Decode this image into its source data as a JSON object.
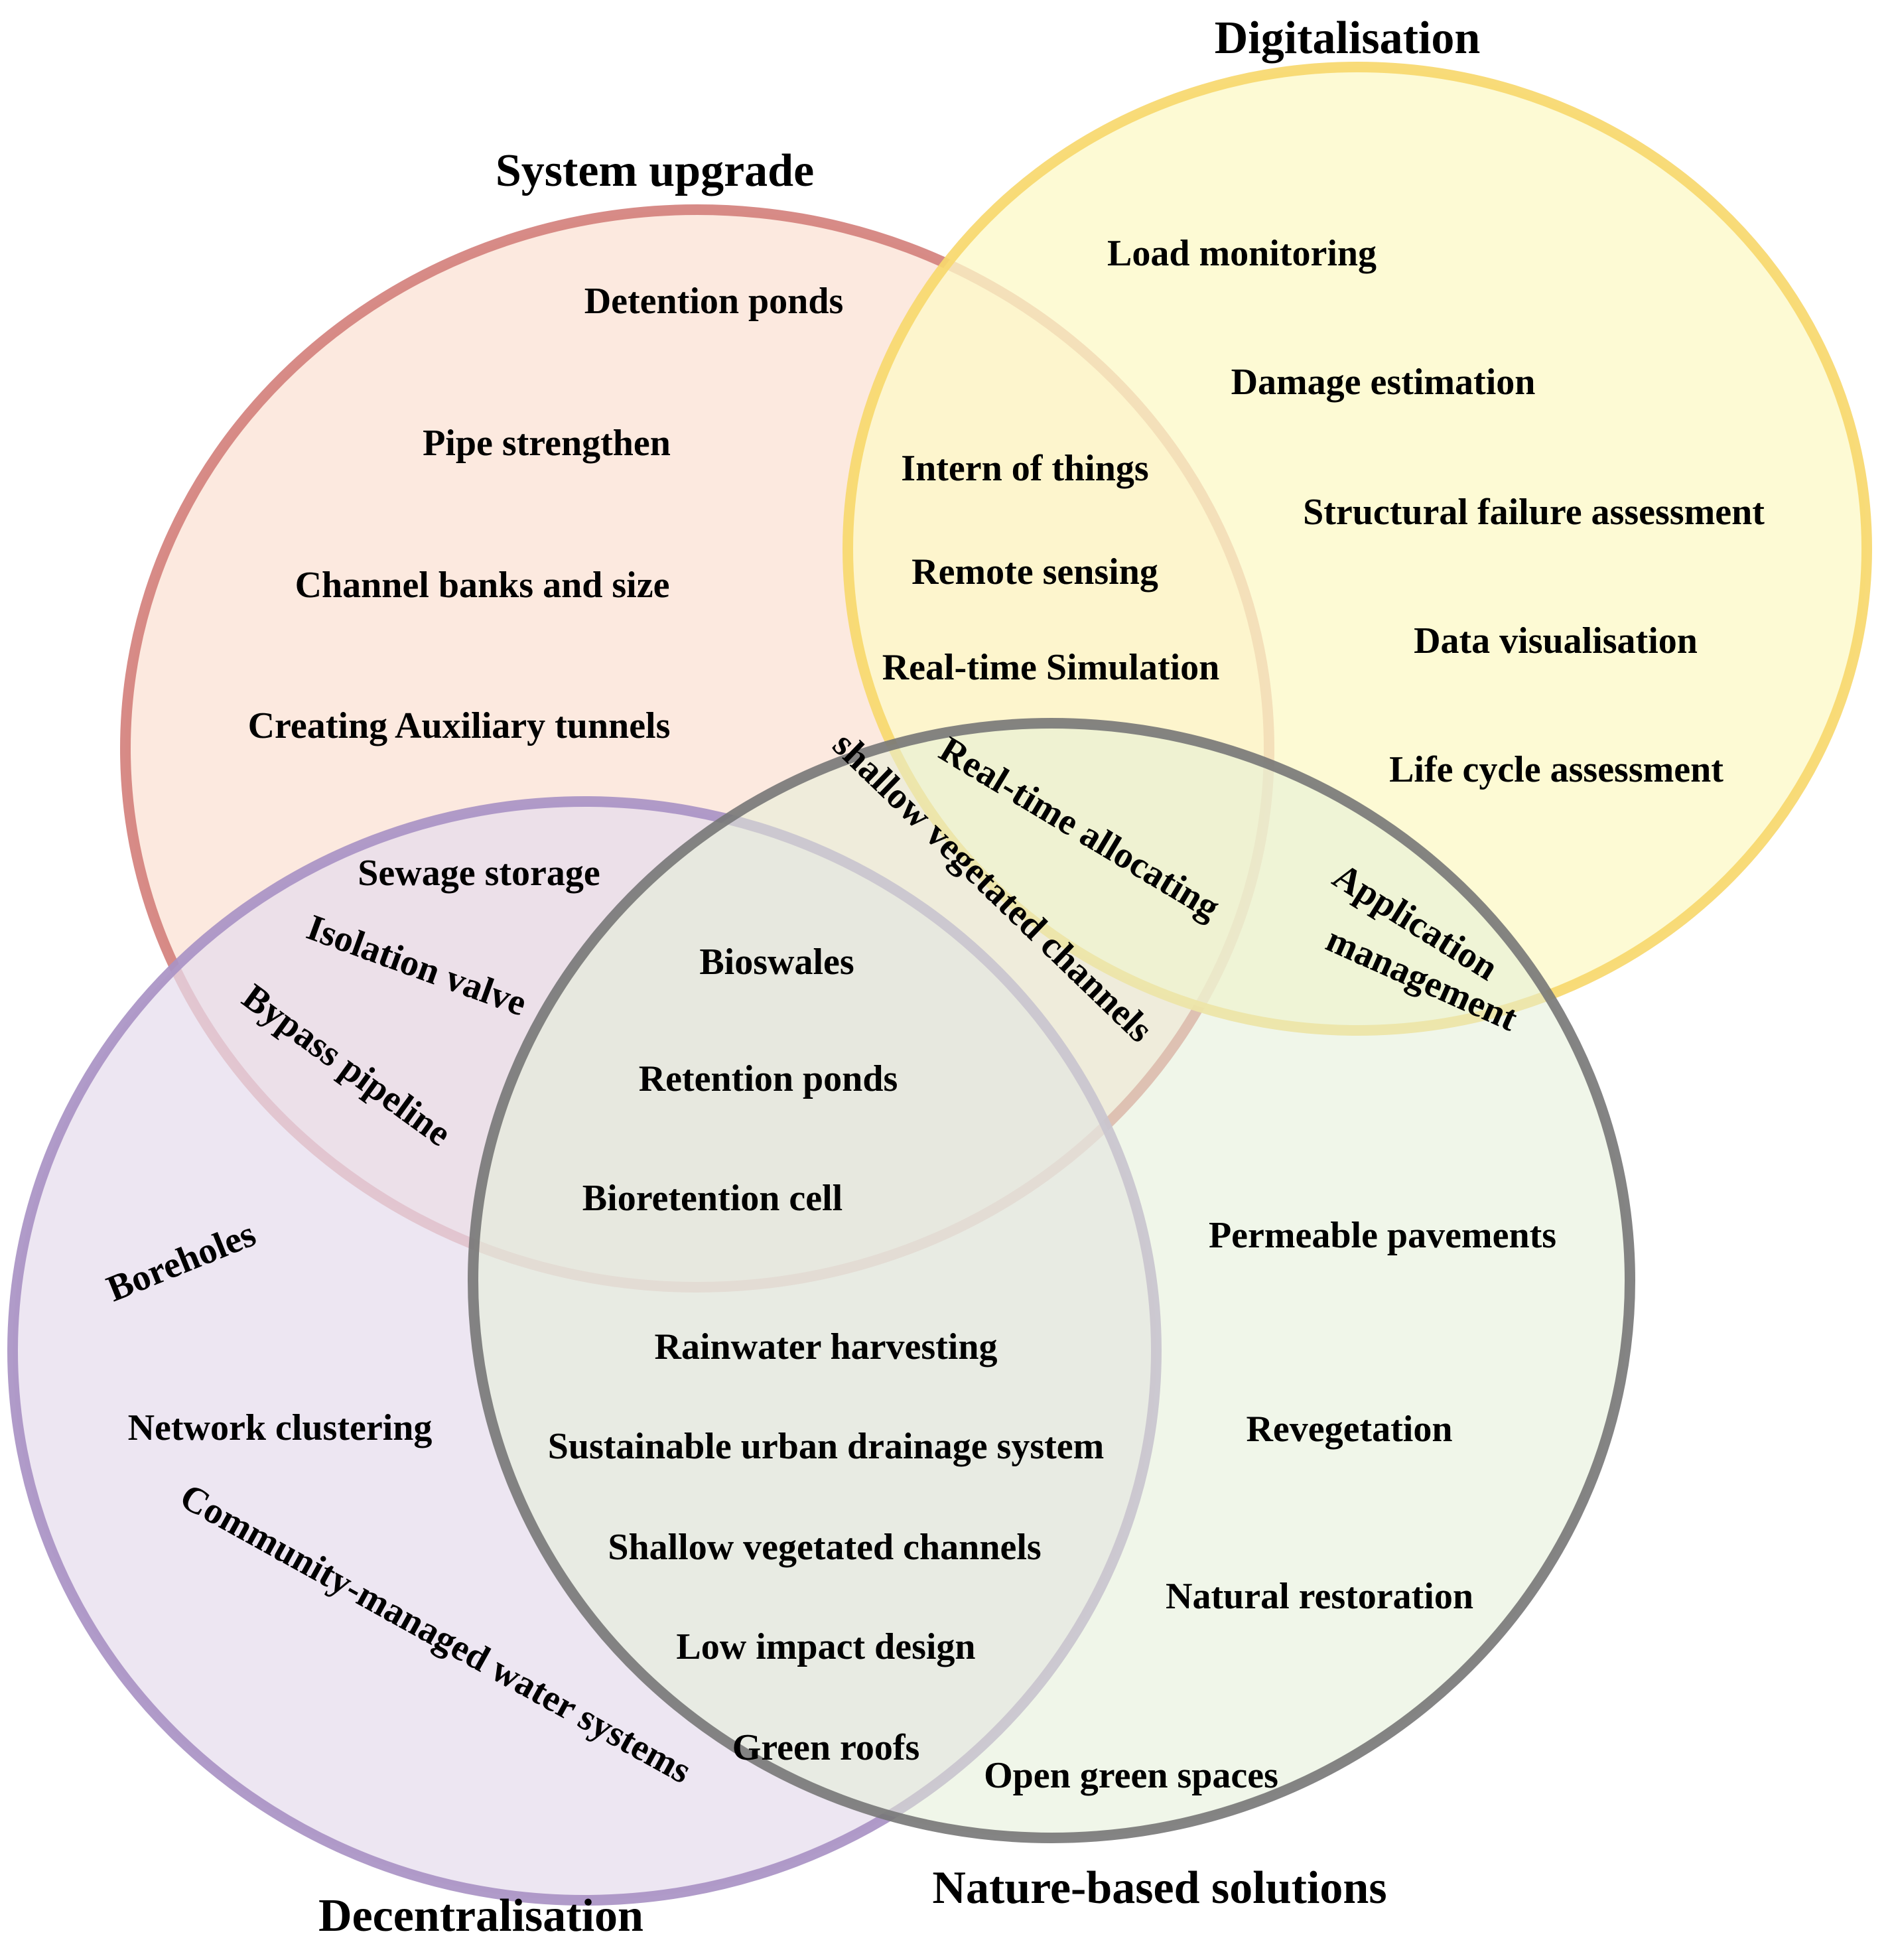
{
  "colors": {
    "system_upgrade": {
      "stroke": "#d4817d",
      "fill": "#fbe3d6"
    },
    "digitalisation": {
      "stroke": "#f7d86e",
      "fill": "#fcf8c8"
    },
    "decentralisation": {
      "stroke": "#a992c4",
      "fill": "#e6dced"
    },
    "nature_based": {
      "stroke": "#777777",
      "fill": "#e4efd7"
    }
  },
  "titles": {
    "system_upgrade": "System upgrade",
    "digitalisation": "Digitalisation",
    "decentralisation": "Decentralisation",
    "nature_based": "Nature-based solutions"
  },
  "items": {
    "detention_ponds": "Detention ponds",
    "pipe_strengthen": "Pipe strengthen",
    "channel_banks": "Channel banks and size",
    "auxiliary_tunnels": "Creating Auxiliary tunnels",
    "load_monitoring": "Load monitoring",
    "damage_estimation": "Damage estimation",
    "structural_failure": "Structural failure assessment",
    "data_visualisation": "Data visualisation",
    "life_cycle": "Life cycle assessment",
    "intern_of_things": "Intern of things",
    "remote_sensing": "Remote sensing",
    "realtime_simulation": "Real-time Simulation",
    "realtime_allocating": "Real-time allocating",
    "shallow_vegetated_lower": "shallow vegetated channels",
    "application": "Application",
    "management": "management",
    "sewage_storage": "Sewage storage",
    "isolation_valve": "Isolation valve",
    "bypass_pipeline": "Bypass pipeline",
    "bioswales": "Bioswales",
    "retention_ponds": "Retention ponds",
    "bioretention_cell": "Bioretention cell",
    "boreholes": "Boreholes",
    "network_clustering": "Network clustering",
    "community_managed": "Community-managed water systems",
    "permeable_pavements": "Permeable pavements",
    "revegetation": "Revegetation",
    "natural_restoration": "Natural restoration",
    "open_green_spaces": "Open green spaces",
    "rainwater_harvesting": "Rainwater harvesting",
    "suds": "Sustainable urban drainage system",
    "shallow_vegetated_upper": "Shallow vegetated channels",
    "low_impact_design": "Low impact design",
    "green_roofs": "Green roofs"
  }
}
